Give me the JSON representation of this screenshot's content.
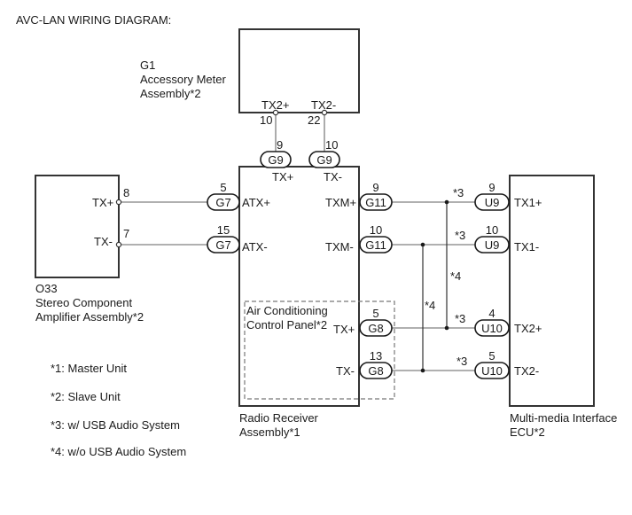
{
  "title": "AVC-LAN WIRING DIAGRAM:",
  "components": {
    "g1": {
      "code": "G1",
      "name_line1": "Accessory Meter",
      "name_line2": "Assembly*2",
      "pins": [
        {
          "label": "TX2+",
          "pin": "10"
        },
        {
          "label": "TX2-",
          "pin": "22"
        }
      ]
    },
    "o33": {
      "code": "O33",
      "name_line1": "Stereo Component",
      "name_line2": "Amplifier Assembly*2",
      "pins": [
        {
          "label": "TX+",
          "pin": "8"
        },
        {
          "label": "TX-",
          "pin": "7"
        }
      ]
    },
    "radio": {
      "name_line1": "Radio Receiver",
      "name_line2": "Assembly*1",
      "pins_top": [
        {
          "label": "TX+"
        },
        {
          "label": "TX-"
        }
      ],
      "pins_left": [
        {
          "label": "ATX+"
        },
        {
          "label": "ATX-"
        }
      ],
      "pins_right": [
        {
          "label": "TXM+"
        },
        {
          "label": "TXM-"
        }
      ]
    },
    "ac_panel": {
      "name_line1": "Air Conditioning",
      "name_line2": "Control Panel*2",
      "pins": [
        {
          "label": "TX+"
        },
        {
          "label": "TX-"
        }
      ]
    },
    "mmi": {
      "name_line1": "Multi-media Interface",
      "name_line2": "ECU*2",
      "pins": [
        {
          "label": "TX1+"
        },
        {
          "label": "TX1-"
        },
        {
          "label": "TX2+"
        },
        {
          "label": "TX2-"
        }
      ]
    }
  },
  "connectors": {
    "g9_plus": {
      "id": "G9",
      "pin": "9"
    },
    "g9_minus": {
      "id": "G9",
      "pin": "10"
    },
    "g7_plus": {
      "id": "G7",
      "pin": "5"
    },
    "g7_minus": {
      "id": "G7",
      "pin": "15"
    },
    "g11_plus": {
      "id": "G11",
      "pin": "9"
    },
    "g11_minus": {
      "id": "G11",
      "pin": "10"
    },
    "g8_plus": {
      "id": "G8",
      "pin": "5"
    },
    "g8_minus": {
      "id": "G8",
      "pin": "13"
    },
    "u9_plus": {
      "id": "U9",
      "pin": "9"
    },
    "u9_minus": {
      "id": "U9",
      "pin": "10"
    },
    "u10_plus": {
      "id": "U10",
      "pin": "4"
    },
    "u10_minus": {
      "id": "U10",
      "pin": "5"
    }
  },
  "wire_notes": {
    "with_usb": "*3",
    "without_usb": "*4"
  },
  "legend": [
    "*1: Master Unit",
    "*2: Slave Unit",
    "*3: w/ USB Audio System",
    "*4: w/o USB Audio System"
  ]
}
